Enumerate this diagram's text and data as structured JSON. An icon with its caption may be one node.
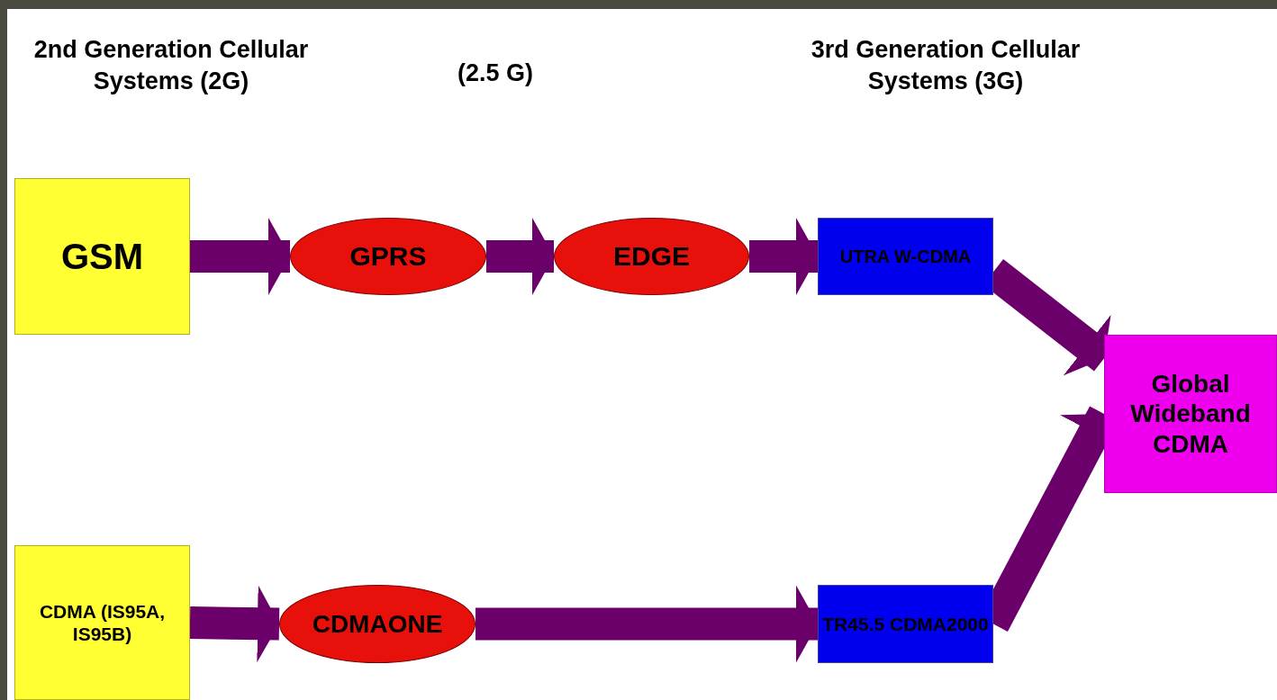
{
  "diagram": {
    "nodes": [
      {
        "text": [
          "GSM"
        ]
      },
      {
        "text": [
          "GPRS"
        ]
      },
      {
        "text": [
          "EDGE"
        ]
      },
      {
        "text": [
          "UTRA W-CDMA"
        ]
      },
      {
        "text": [
          "Global Wideband CDMA"
        ]
      },
      {
        "text": [
          "CDMA (IS95A, IS95B)"
        ]
      },
      {
        "text": [
          "CDMAONE"
        ]
      },
      {
        "text": [
          "TR45.5 CDMA2000"
        ]
      }
    ],
    "edges": [
      {
        "from": 0,
        "to": 1,
        "arrow": "to"
      },
      {
        "from": 1,
        "to": 2,
        "arrow": "to"
      },
      {
        "from": 2,
        "to": 3,
        "arrow": "to"
      },
      {
        "from": 3,
        "to": 4,
        "arrow": "to"
      },
      {
        "from": 5,
        "to": 6,
        "arrow": "to"
      },
      {
        "from": 6,
        "to": 7,
        "arrow": "to"
      },
      {
        "from": 7,
        "to": 4,
        "arrow": "to"
      }
    ],
    "labels": [
      "2nd Generation Cellular Systems (2G)",
      "(2.5 G)",
      "3rd Generation Cellular Systems (3G)"
    ]
  }
}
